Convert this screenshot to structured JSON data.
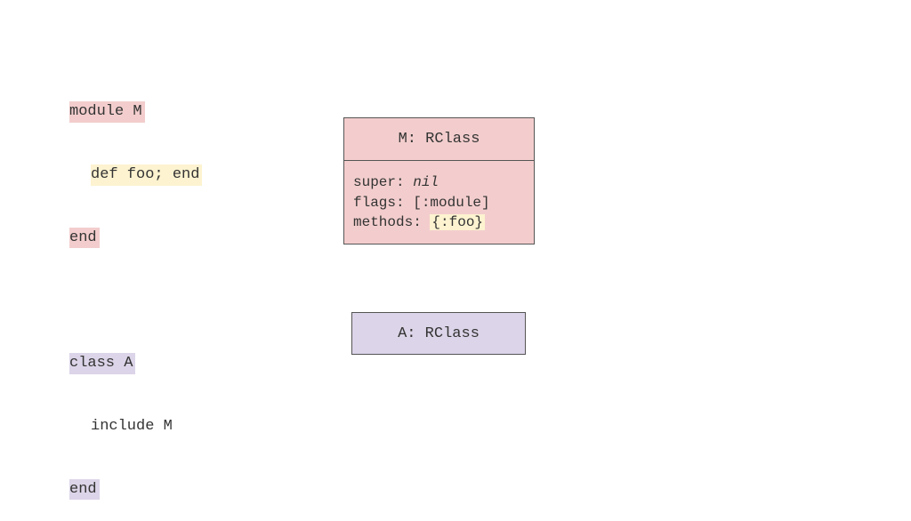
{
  "code": {
    "lines": [
      {
        "text": "module M",
        "indent": false,
        "highlight": "module"
      },
      {
        "text": "def foo; end",
        "indent": true,
        "highlight": "method"
      },
      {
        "text": "end",
        "indent": false,
        "highlight": "module"
      },
      {
        "text": "",
        "indent": false,
        "highlight": "none"
      },
      {
        "text": "class A",
        "indent": false,
        "highlight": "class"
      },
      {
        "text": "include M",
        "indent": true,
        "highlight": "none"
      },
      {
        "text": "end",
        "indent": false,
        "highlight": "class"
      }
    ]
  },
  "box_m": {
    "title": "M: RClass",
    "super_label": "super: ",
    "super_value": "nil",
    "flags": "flags: [:module]",
    "methods_label": "methods: ",
    "methods_value": "{:foo}"
  },
  "box_a": {
    "title": "A: RClass"
  },
  "colors": {
    "module_highlight": "#f3cdcd",
    "method_highlight": "#fdf3d0",
    "class_highlight": "#dcd4e8",
    "border": "#555555",
    "text": "#333333"
  }
}
